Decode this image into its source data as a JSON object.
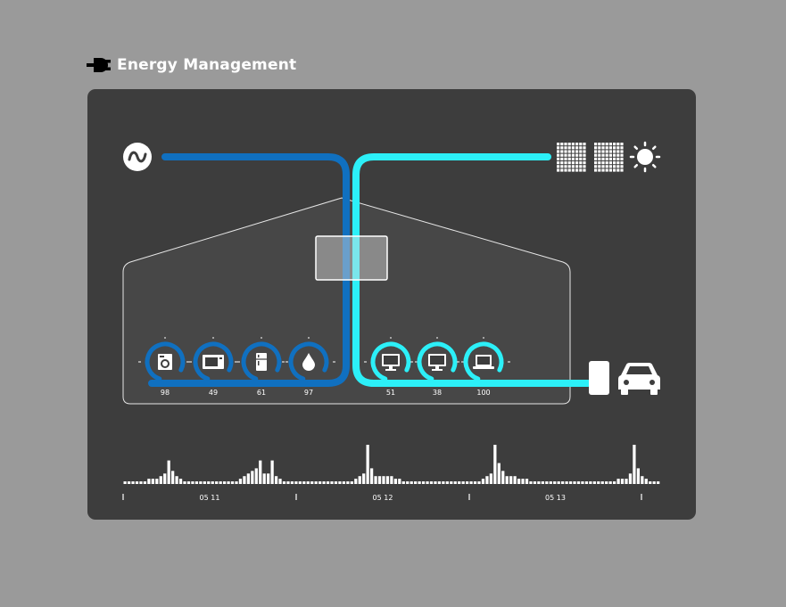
{
  "header": {
    "title": "Energy Management",
    "icon": "plug-icon"
  },
  "sources": {
    "grid": "grid-ac-icon",
    "solar": "solar-panels-icon",
    "sun": "sun-icon"
  },
  "colors": {
    "grid": "#1070c0",
    "solar": "#2cf0f8",
    "background": "#3d3d3d",
    "page": "#9a9a9a"
  },
  "appliances": [
    {
      "name": "washing-machine",
      "value": "98"
    },
    {
      "name": "microwave",
      "value": "49"
    },
    {
      "name": "fridge",
      "value": "61"
    },
    {
      "name": "water-heater",
      "value": "97"
    },
    {
      "name": "monitor",
      "value": "51"
    },
    {
      "name": "desktop",
      "value": "38"
    },
    {
      "name": "laptop",
      "value": "100"
    }
  ],
  "ev": {
    "charger": "charger-icon",
    "car": "car-icon"
  },
  "timeline": {
    "labels": [
      "05 11",
      "05 12",
      "05 13"
    ],
    "bars": [
      1,
      1,
      1,
      1,
      1,
      1,
      2,
      2,
      2,
      3,
      4,
      9,
      5,
      3,
      2,
      1,
      1,
      1,
      1,
      1,
      1,
      1,
      1,
      1,
      1,
      1,
      1,
      1,
      1,
      2,
      3,
      4,
      5,
      6,
      9,
      4,
      4,
      9,
      3,
      2,
      1,
      1,
      1,
      1,
      1,
      1,
      1,
      1,
      1,
      1,
      1,
      1,
      1,
      1,
      1,
      1,
      1,
      1,
      2,
      3,
      4,
      15,
      6,
      3,
      3,
      3,
      3,
      3,
      2,
      2,
      1,
      1,
      1,
      1,
      1,
      1,
      1,
      1,
      1,
      1,
      1,
      1,
      1,
      1,
      1,
      1,
      1,
      1,
      1,
      1,
      2,
      3,
      4,
      15,
      8,
      5,
      3,
      3,
      3,
      2,
      2,
      2,
      1,
      1,
      1,
      1,
      1,
      1,
      1,
      1,
      1,
      1,
      1,
      1,
      1,
      1,
      1,
      1,
      1,
      1,
      1,
      1,
      1,
      1,
      2,
      2,
      2,
      4,
      15,
      6,
      3,
      2,
      1,
      1,
      1
    ]
  }
}
